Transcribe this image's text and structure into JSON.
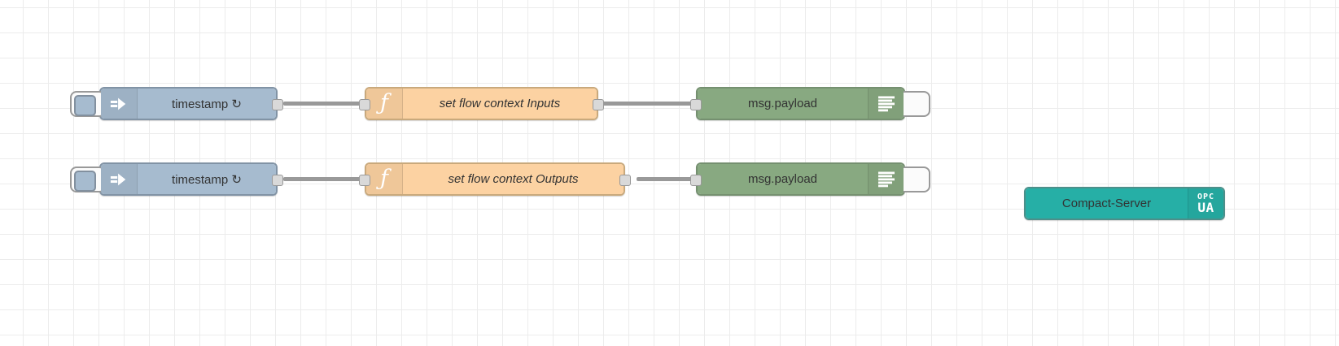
{
  "canvas": {
    "grid_color": "#ececec",
    "background_color": "#ffffff",
    "wire_color": "#999999"
  },
  "colors": {
    "inject_node": "#a6bbcf",
    "function_node": "#fcd2a2",
    "debug_node": "#88a981",
    "opcua_node": "#26afa6",
    "node_text": "#333333"
  },
  "nodes": [
    {
      "id": "inject-1",
      "type": "inject",
      "label": "timestamp ↻",
      "icon": "arrow-inject-icon"
    },
    {
      "id": "function-1",
      "type": "function",
      "label": "set flow context Inputs",
      "icon": "function-f-icon",
      "glyph": "ƒ"
    },
    {
      "id": "debug-1",
      "type": "debug",
      "label": "msg.payload",
      "icon": "debug-list-icon"
    },
    {
      "id": "inject-2",
      "type": "inject",
      "label": "timestamp ↻",
      "icon": "arrow-inject-icon"
    },
    {
      "id": "function-2",
      "type": "function",
      "label": "set flow context Outputs",
      "icon": "function-f-icon",
      "glyph": "ƒ"
    },
    {
      "id": "debug-2",
      "type": "debug",
      "label": "msg.payload",
      "icon": "debug-list-icon"
    },
    {
      "id": "opcua-server",
      "type": "opcua-compact-server",
      "label": "Compact-Server",
      "badge_line1": "OPC",
      "badge_line2": "UA"
    }
  ]
}
